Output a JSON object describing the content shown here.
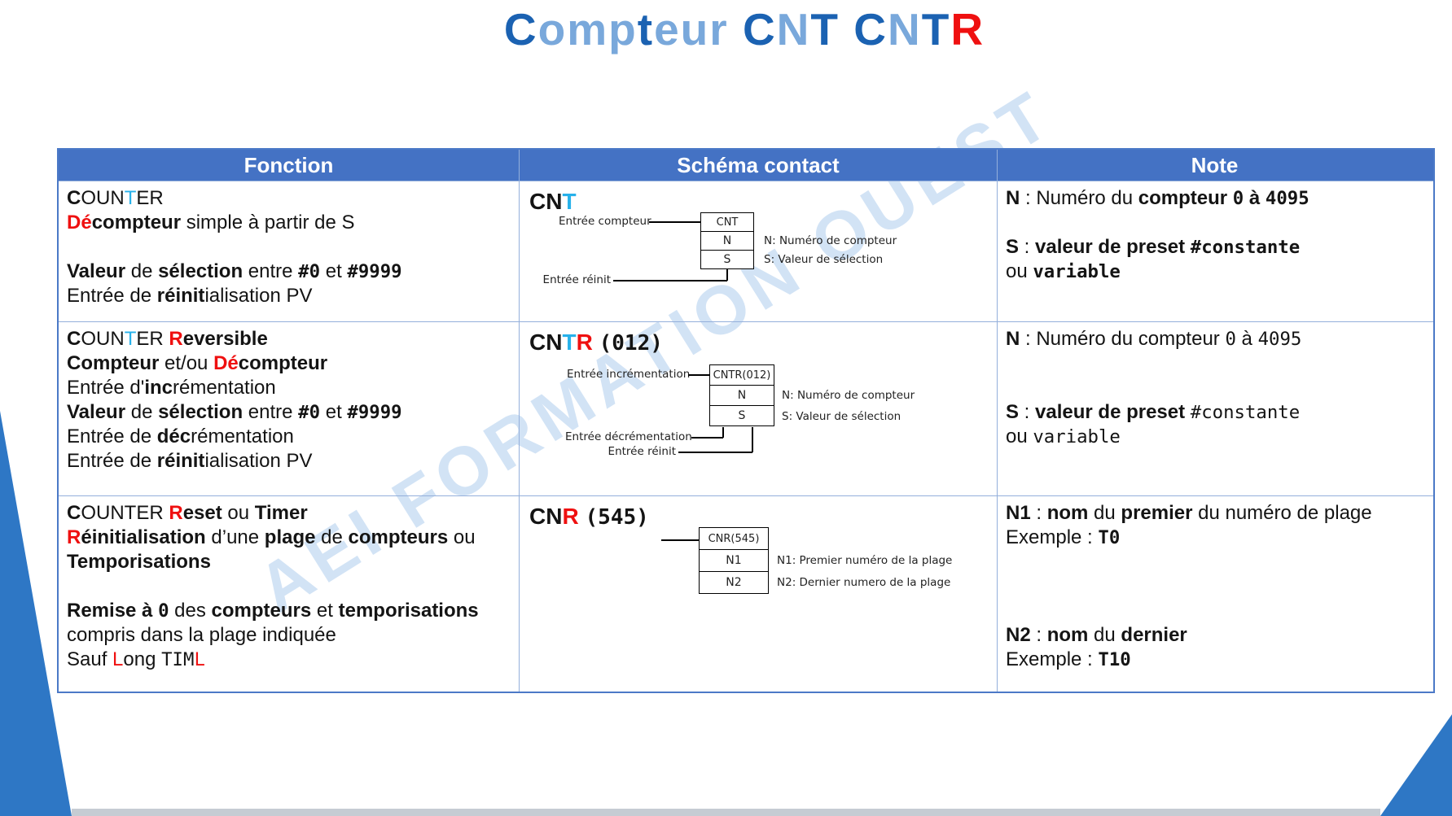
{
  "title": {
    "segments": [
      {
        "t": "C",
        "c": "td"
      },
      {
        "t": "omp",
        "c": "tl"
      },
      {
        "t": "t",
        "c": "td"
      },
      {
        "t": "eur",
        "c": "tl"
      },
      {
        "t": " "
      },
      {
        "t": "C",
        "c": "td"
      },
      {
        "t": "N",
        "c": "tl"
      },
      {
        "t": "T",
        "c": "td"
      },
      {
        "t": " "
      },
      {
        "t": "C",
        "c": "td"
      },
      {
        "t": "N",
        "c": "tl"
      },
      {
        "t": "T",
        "c": "td"
      },
      {
        "t": "R",
        "c": "r"
      }
    ]
  },
  "watermark": "AEI FORMATION OUEST",
  "colors": {
    "header_blue": "#4472C4",
    "title_dark_blue": "#1b62b2",
    "title_light_blue": "#79a8db",
    "accent_red": "#ef1010",
    "accent_cyan": "#27b1ea",
    "wedge_blue": "#2e77c5"
  },
  "table": {
    "headers": [
      "Fonction",
      "Schéma contact",
      "Note"
    ],
    "rows": [
      {
        "fonction": {
          "lines": [
            [
              {
                "t": "C",
                "c": "b"
              },
              {
                "t": "OUN"
              },
              {
                "t": "T",
                "c": "cy"
              },
              {
                "t": "ER"
              }
            ],
            [
              {
                "t": "Dé",
                "c": "r"
              },
              {
                "t": "compteur",
                "c": "b"
              },
              {
                "t": " simple à partir de S"
              }
            ],
            [],
            [
              {
                "t": "Valeur",
                "c": "b"
              },
              {
                "t": " de "
              },
              {
                "t": "sélection",
                "c": "b"
              },
              {
                "t": " entre "
              },
              {
                "t": "#0",
                "c": "mb"
              },
              {
                "t": " et "
              },
              {
                "t": "#9999",
                "c": "mb"
              }
            ],
            [
              {
                "t": "Entrée de "
              },
              {
                "t": "réinit",
                "c": "b"
              },
              {
                "t": "ialisation PV"
              }
            ]
          ]
        },
        "schema": {
          "heading": [
            {
              "t": "CN",
              "c": "b"
            },
            {
              "t": "T",
              "c": "cyb"
            }
          ],
          "diagram": {
            "cells": [
              "CNT",
              "N",
              "S"
            ],
            "left_labels": [
              "Entrée compteur",
              "Entrée réinit"
            ],
            "right_labels": [
              "N: Numéro de compteur",
              "S: Valeur de sélection"
            ]
          }
        },
        "note": {
          "lines": [
            [
              {
                "t": "N",
                "c": "b"
              },
              {
                "t": " : Numéro du "
              },
              {
                "t": "compteur ",
                "c": "b"
              },
              {
                "t": "0",
                "c": "mb"
              },
              {
                "t": " à ",
                "c": "b"
              },
              {
                "t": "4095",
                "c": "mb"
              }
            ],
            [],
            [
              {
                "t": "S",
                "c": "b"
              },
              {
                "t": " : "
              },
              {
                "t": "valeur de preset ",
                "c": "b"
              },
              {
                "t": "#constante",
                "c": "mb"
              }
            ],
            [
              {
                "t": "ou "
              },
              {
                "t": "variable",
                "c": "mb"
              }
            ]
          ]
        }
      },
      {
        "fonction": {
          "lines": [
            [
              {
                "t": "C",
                "c": "b"
              },
              {
                "t": "OUN"
              },
              {
                "t": "T",
                "c": "cy"
              },
              {
                "t": "ER "
              },
              {
                "t": "R",
                "c": "r"
              },
              {
                "t": "eversible",
                "c": "b"
              }
            ],
            [
              {
                "t": "Compteur",
                "c": "b"
              },
              {
                "t": " et/ou "
              },
              {
                "t": "Dé",
                "c": "r"
              },
              {
                "t": "compteur",
                "c": "b"
              }
            ],
            [
              {
                "t": "Entrée d'"
              },
              {
                "t": "inc",
                "c": "b"
              },
              {
                "t": "rémentation"
              }
            ],
            [
              {
                "t": "Valeur",
                "c": "b"
              },
              {
                "t": " de "
              },
              {
                "t": "sélection",
                "c": "b"
              },
              {
                "t": " entre "
              },
              {
                "t": "#0",
                "c": "mb"
              },
              {
                "t": " et "
              },
              {
                "t": "#9999",
                "c": "mb"
              }
            ],
            [
              {
                "t": "Entrée de "
              },
              {
                "t": "déc",
                "c": "b"
              },
              {
                "t": "rémentation"
              }
            ],
            [
              {
                "t": "Entrée de "
              },
              {
                "t": "réinit",
                "c": "b"
              },
              {
                "t": "ialisation PV"
              }
            ]
          ]
        },
        "schema": {
          "heading": [
            {
              "t": "CN",
              "c": "b"
            },
            {
              "t": "T",
              "c": "cyb"
            },
            {
              "t": "R",
              "c": "r"
            },
            {
              "t": " "
            },
            {
              "t": "(012)",
              "c": "mb"
            }
          ],
          "diagram": {
            "cells": [
              "CNTR(012)",
              "N",
              "S"
            ],
            "left_labels": [
              "Entrée incrémentation",
              "Entrée décrémentation",
              "Entrée réinit"
            ],
            "right_labels": [
              "N: Numéro de compteur",
              "S: Valeur de sélection"
            ]
          }
        },
        "note": {
          "lines": [
            [
              {
                "t": "N",
                "c": "b"
              },
              {
                "t": " : Numéro du compteur "
              },
              {
                "t": "0",
                "c": "m"
              },
              {
                "t": " à "
              },
              {
                "t": "4095",
                "c": "m"
              }
            ],
            [],
            [],
            [
              {
                "t": "S",
                "c": "b"
              },
              {
                "t": " : "
              },
              {
                "t": "valeur de preset ",
                "c": "b"
              },
              {
                "t": "#constante",
                "c": "m"
              }
            ],
            [
              {
                "t": "ou "
              },
              {
                "t": "variable",
                "c": "m"
              }
            ]
          ]
        }
      },
      {
        "fonction": {
          "lines": [
            [
              {
                "t": "C",
                "c": "b"
              },
              {
                "t": "OUNTER "
              },
              {
                "t": "R",
                "c": "r"
              },
              {
                "t": "eset",
                "c": "b"
              },
              {
                "t": " ou "
              },
              {
                "t": "Timer",
                "c": "b"
              }
            ],
            [
              {
                "t": "R",
                "c": "r"
              },
              {
                "t": "éinitialisation",
                "c": "b"
              },
              {
                "t": " d’une "
              },
              {
                "t": "plage",
                "c": "b"
              },
              {
                "t": " de "
              },
              {
                "t": "compteurs",
                "c": "b"
              },
              {
                "t": " ou"
              }
            ],
            [
              {
                "t": "Temporisations",
                "c": "b"
              }
            ],
            [],
            [
              {
                "t": "Remise",
                "c": "b"
              },
              {
                "t": " à ",
                "c": "b"
              },
              {
                "t": "0",
                "c": "mb"
              },
              {
                "t": " des "
              },
              {
                "t": "compteurs",
                "c": "b"
              },
              {
                "t": " et "
              },
              {
                "t": "temporisations",
                "c": "b"
              }
            ],
            [
              {
                "t": "compris dans la plage indiquée"
              }
            ],
            [
              {
                "t": "Sauf "
              },
              {
                "t": "L",
                "c": "rr"
              },
              {
                "t": "ong "
              },
              {
                "t": "TIM",
                "c": "m"
              },
              {
                "t": "L",
                "c": "mr"
              }
            ]
          ]
        },
        "schema": {
          "heading": [
            {
              "t": "CN",
              "c": "b"
            },
            {
              "t": "R",
              "c": "r"
            },
            {
              "t": " "
            },
            {
              "t": "(545)",
              "c": "mb"
            }
          ],
          "diagram": {
            "cells": [
              "CNR(545)",
              "N1",
              "N2"
            ],
            "left_labels": [],
            "right_labels": [
              "N1: Premier numéro de la plage",
              "N2: Dernier numero de la plage"
            ]
          }
        },
        "note": {
          "lines": [
            [
              {
                "t": "N1",
                "c": "b"
              },
              {
                "t": " : "
              },
              {
                "t": "nom",
                "c": "b"
              },
              {
                "t": " du "
              },
              {
                "t": "premier",
                "c": "b"
              },
              {
                "t": " du numéro de plage"
              }
            ],
            [
              {
                "t": "Exemple : "
              },
              {
                "t": "T0",
                "c": "mb"
              }
            ],
            [],
            [],
            [],
            [
              {
                "t": "N2",
                "c": "b"
              },
              {
                "t": " : "
              },
              {
                "t": "nom",
                "c": "b"
              },
              {
                "t": " du "
              },
              {
                "t": "dernier",
                "c": "b"
              }
            ],
            [
              {
                "t": "Exemple : "
              },
              {
                "t": "T10",
                "c": "mb"
              }
            ]
          ]
        }
      }
    ]
  }
}
